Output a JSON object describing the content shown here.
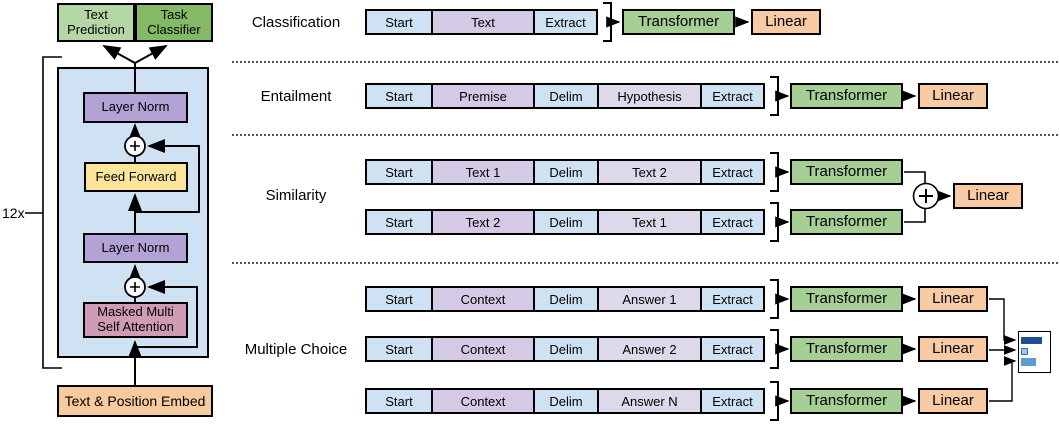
{
  "stack": {
    "text_prediction": "Text Prediction",
    "task_classifier": "Task Classifier",
    "layer_norm_top": "Layer Norm",
    "feed_forward": "Feed Forward",
    "layer_norm_bottom": "Layer Norm",
    "masked_attention": "Masked Multi Self Attention",
    "embed": "Text & Position Embed",
    "repeat": "12x"
  },
  "tasks": {
    "classification": {
      "label": "Classification",
      "row": [
        "Start",
        "Text",
        "Extract"
      ],
      "transformer": "Transformer",
      "linear": "Linear"
    },
    "entailment": {
      "label": "Entailment",
      "row": [
        "Start",
        "Premise",
        "Delim",
        "Hypothesis",
        "Extract"
      ],
      "transformer": "Transformer",
      "linear": "Linear"
    },
    "similarity": {
      "label": "Similarity",
      "row1": [
        "Start",
        "Text 1",
        "Delim",
        "Text 2",
        "Extract"
      ],
      "row2": [
        "Start",
        "Text 2",
        "Delim",
        "Text 1",
        "Extract"
      ],
      "transformer1": "Transformer",
      "transformer2": "Transformer",
      "linear": "Linear"
    },
    "multiple_choice": {
      "label": "Multiple Choice",
      "row1": [
        "Start",
        "Context",
        "Delim",
        "Answer 1",
        "Extract"
      ],
      "row2": [
        "Start",
        "Context",
        "Delim",
        "Answer 2",
        "Extract"
      ],
      "row3": [
        "Start",
        "Context",
        "Delim",
        "Answer N",
        "Extract"
      ],
      "transformer": "Transformer",
      "linear": "Linear"
    }
  },
  "colors": {
    "text_prediction_green": "#b5d6a5",
    "task_classifier_green": "#84ba66",
    "stack_blue": "#cfe2f3",
    "layer_norm_purple": "#b3a2d6",
    "feed_forward_yellow": "#fde49b",
    "attention_pink": "#d09cb5",
    "embed_orange": "#f8cb9e",
    "transformer_green": "#a6cf95",
    "linear_orange": "#f8cba4",
    "segment_blue": "#cfe2f3",
    "segment_purple": "#d5cae6",
    "segment_purple_light": "#ddd8ea",
    "bar_dark_blue": "#1f4e96",
    "bar_light_blue": "#9fc5e8",
    "bar_mid_blue": "#5b9bd5"
  }
}
